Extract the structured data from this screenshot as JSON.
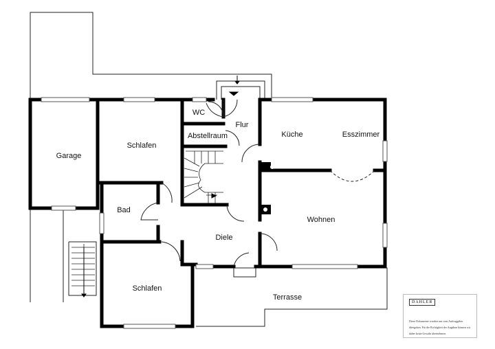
{
  "rooms": {
    "garage": "Garage",
    "schlafen_top": "Schlafen",
    "wc": "WC",
    "abstellraum": "Abstellraum",
    "flur": "Flur",
    "kueche": "Küche",
    "esszimmer": "Esszimmer",
    "bad": "Bad",
    "wohnen": "Wohnen",
    "diele": "Diele",
    "schlafen_bottom": "Schlafen",
    "terrasse": "Terrasse"
  },
  "info": {
    "logo": "DAHLER",
    "disclaimer": "Diese Dokumente wurden uns vom Auftraggeber übergeben. Für die Richtigkeit der Angaben können wir daher keine Gewähr übernehmen."
  }
}
